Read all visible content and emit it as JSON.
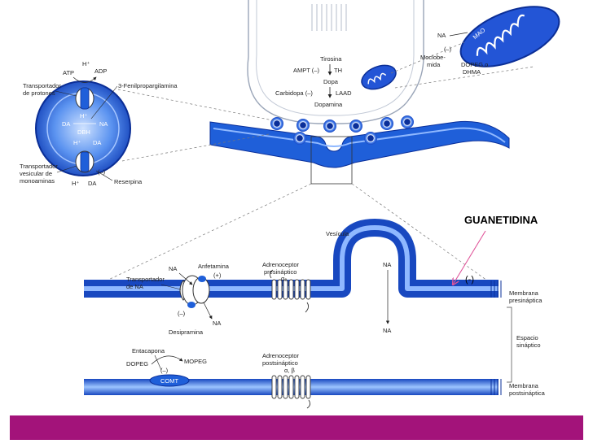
{
  "title": "GUANETIDINA",
  "inhibit_mark": "(-)",
  "vesicle": {
    "h_top": "H⁺",
    "atp": "ATP",
    "adp": "ADP",
    "proton_transporter": "Transportador",
    "proton_transporter_2": "de protones",
    "phenyl": "3-Fenilpropargilamina",
    "h_inner": "H⁺",
    "da": "DA",
    "na": "NA",
    "dbh": "DBH",
    "h_lower": "H⁺",
    "da_lower": "DA",
    "vmat_1": "Transportador",
    "vmat_2": "vesicular de",
    "vmat_3": "monoaminas",
    "minus": "(–)",
    "h_out": "H⁺",
    "da_out": "DA",
    "reserpina": "Reserpina"
  },
  "terminal": {
    "tirosina": "Tirosina",
    "ampt": "AMPT (–)",
    "th": "TH",
    "dopa": "Dopa",
    "carbidopa": "Carbidopa (–)",
    "laad": "LAAD",
    "dopamina": "Dopamina"
  },
  "mito": {
    "na": "NA",
    "mao": "MAO",
    "minus": "(–)",
    "moclo_1": "Moclobe-",
    "moclo_2": "mida",
    "dopeg_1": "DOPEG o",
    "dopeg_2": "DHMA"
  },
  "synapse": {
    "vesicula": "Vesícula",
    "na_top": "NA",
    "na_bottom": "NA",
    "transporter_1": "Transportador",
    "transporter_2": "de NA",
    "na_left": "NA",
    "anfetamina": "Anfetamina",
    "plus": "(+)",
    "minus": "(–)",
    "na_under": "NA",
    "desipramina": "Desipramina",
    "alpha2_1": "Adrenoceptor",
    "alpha2_2": "presináptico",
    "alpha2_sym": "α₂",
    "pre_1": "Membrana",
    "pre_2": "presináptica",
    "cleft_1": "Espacio",
    "cleft_2": "sináptico",
    "entacapona": "Entacapona",
    "dopeg": "DOPEG",
    "mopeg": "MOPEG",
    "comt_minus": "(–)",
    "comt": "COMT",
    "post_rec_1": "Adrenoceptor",
    "post_rec_2": "postsináptico",
    "post_rec_sym": "α, β",
    "post_1": "Membrana",
    "post_2": "postsináptica"
  },
  "colors": {
    "membrane": "#1f5fd9",
    "membrane_light": "#7fb0ff",
    "arrow_pink": "#e0559a",
    "footer": "#a3137a"
  }
}
